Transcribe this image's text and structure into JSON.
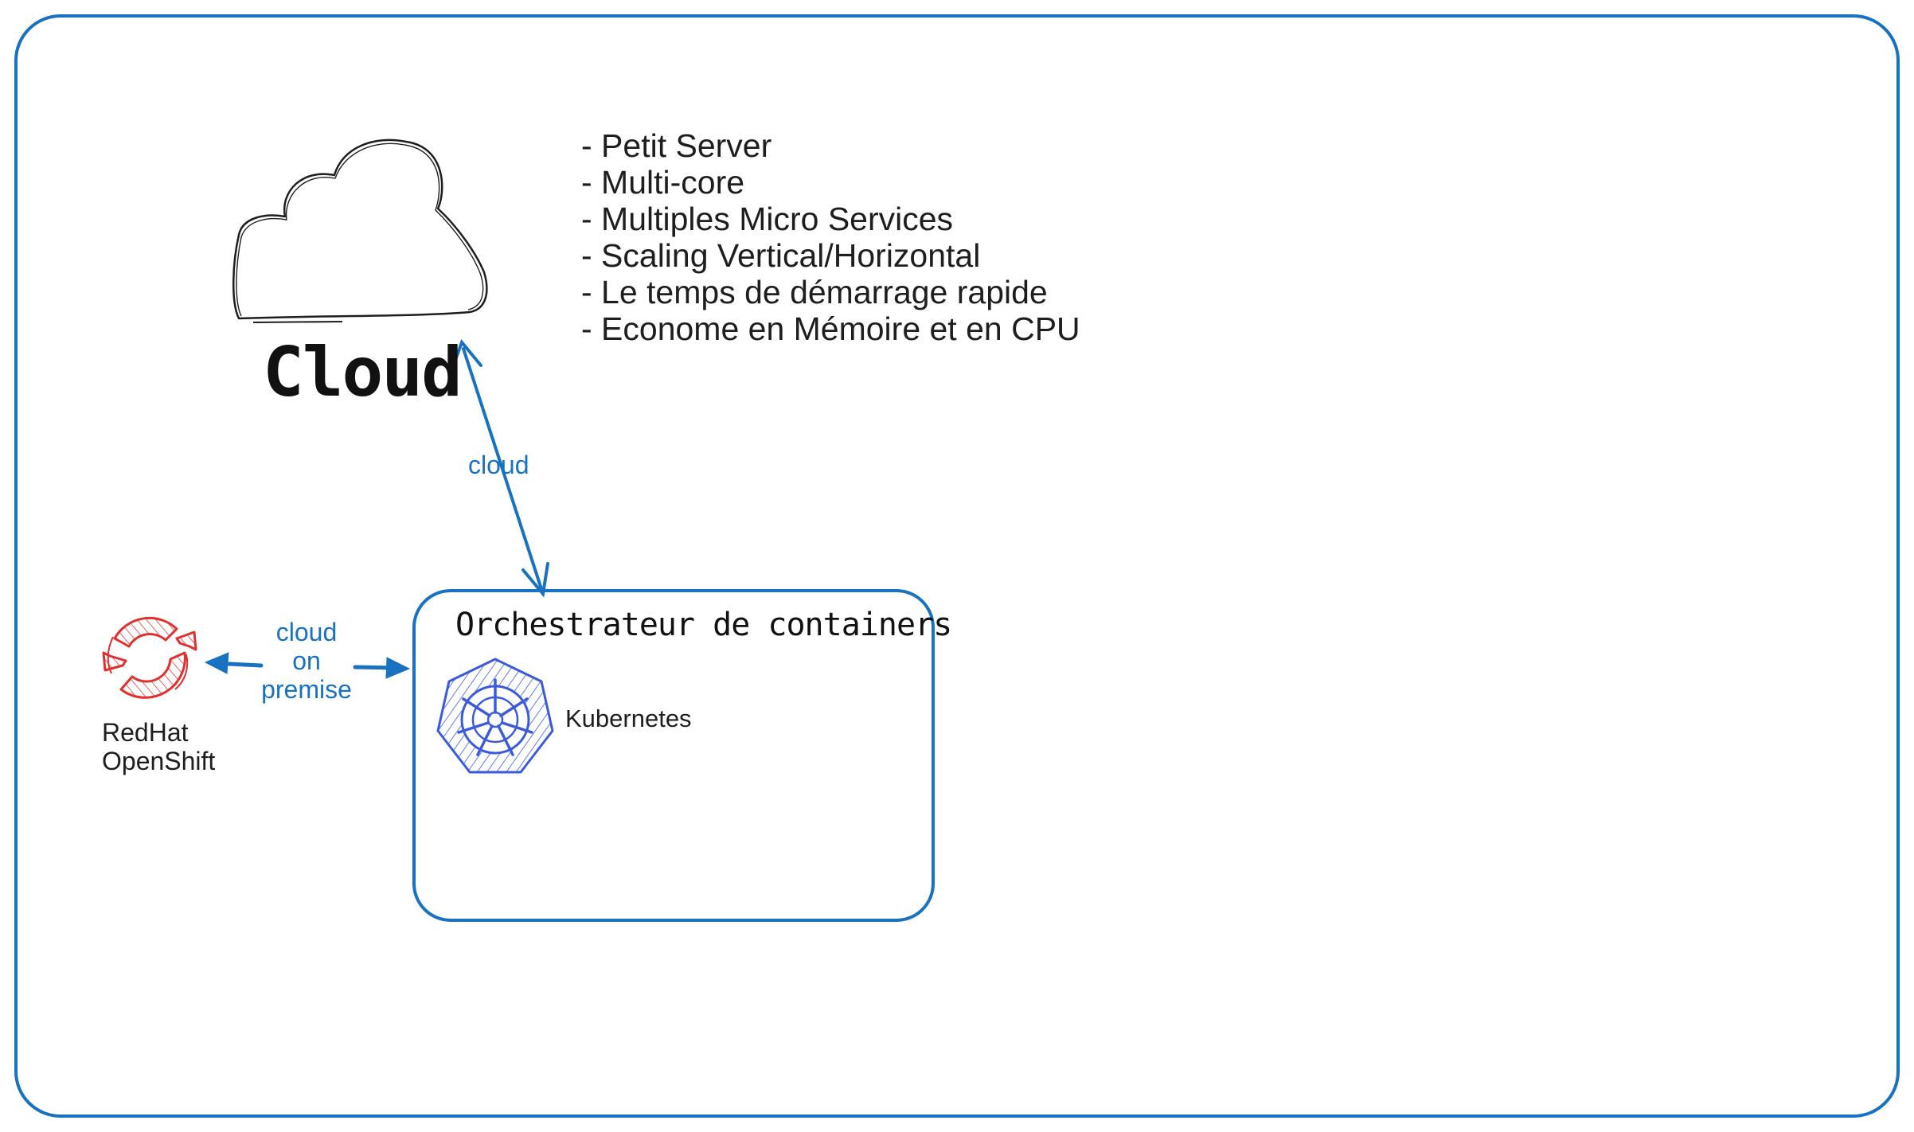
{
  "cloud": {
    "label": "Cloud"
  },
  "features": [
    "- Petit Server",
    "- Multi-core",
    "- Multiples Micro Services",
    "- Scaling Vertical/Horizontal",
    "- Le temps de démarrage rapide",
    "- Econome en Mémoire et en CPU"
  ],
  "edges": {
    "cloud": "cloud",
    "on_premise": [
      "cloud",
      "on",
      "premise"
    ]
  },
  "orchestrator": {
    "title": "Orchestrateur de containers",
    "item": "Kubernetes"
  },
  "openshift": {
    "line1": "RedHat",
    "line2": "OpenShift"
  },
  "colors": {
    "frame": "#1971c2",
    "arrow": "#1971c2",
    "k8s": "#3b5bdb",
    "redhat": "#e03131",
    "text": "#1e1e1e"
  },
  "icons": [
    "cloud-shape",
    "kubernetes-icon",
    "openshift-icon"
  ]
}
